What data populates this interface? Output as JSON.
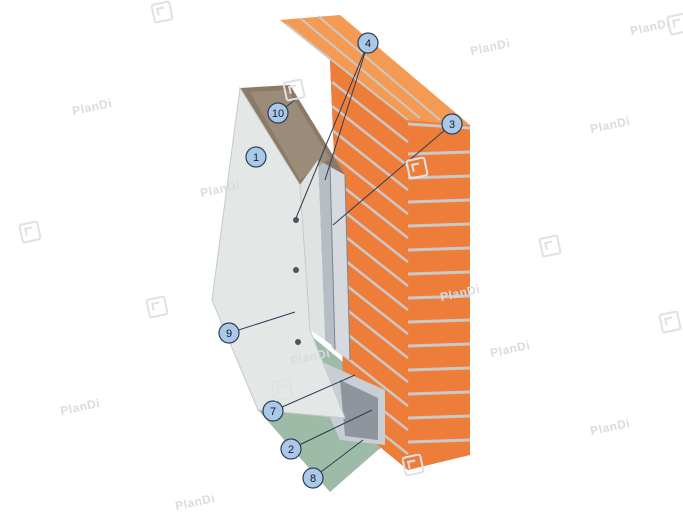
{
  "diagram": {
    "callouts": [
      {
        "id": "c1",
        "label": "1"
      },
      {
        "id": "c2",
        "label": "2"
      },
      {
        "id": "c3",
        "label": "3"
      },
      {
        "id": "c4",
        "label": "4"
      },
      {
        "id": "c7",
        "label": "7"
      },
      {
        "id": "c8",
        "label": "8"
      },
      {
        "id": "c9",
        "label": "9"
      },
      {
        "id": "c10",
        "label": "10"
      }
    ],
    "watermark": {
      "text": "PlanDi"
    },
    "colors": {
      "brick": "#ee7d3a",
      "brick_top": "#f49a52",
      "mortar": "#c9c9c9",
      "board": "#e3e8e6",
      "floor": "#9dbba6",
      "profile": "#b7bdc4",
      "insulation": "#8a7a66",
      "callout_fill": "#a9c8ea",
      "callout_stroke": "#2d3d55"
    }
  }
}
